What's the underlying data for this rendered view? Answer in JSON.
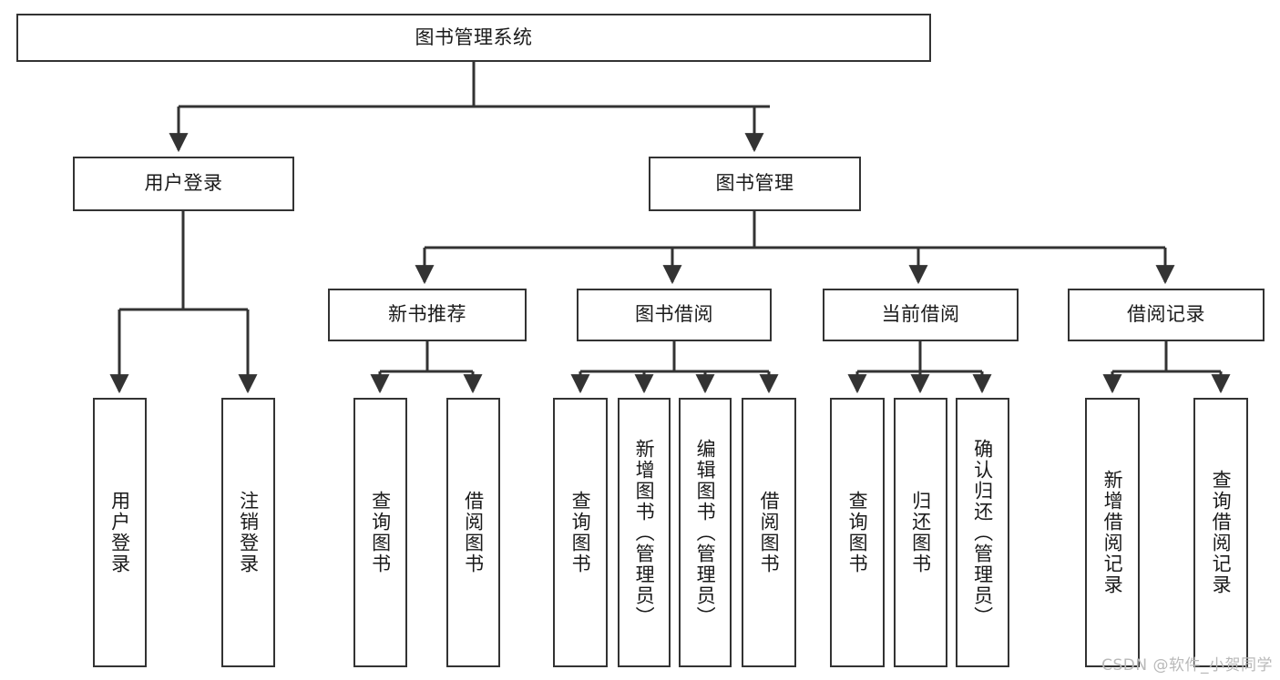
{
  "diagram": {
    "title": "图书管理系统",
    "watermark": "CSDN @软件_小贺同学",
    "stroke_color": "#333333",
    "background_color": "#ffffff",
    "text_color": "#1a1a1a",
    "watermark_color": "#b9b9b9",
    "root": {
      "label": "图书管理系统"
    },
    "level2": [
      {
        "label": "用户登录"
      },
      {
        "label": "图书管理"
      }
    ],
    "level3": [
      {
        "label": "新书推荐"
      },
      {
        "label": "图书借阅"
      },
      {
        "label": "当前借阅"
      },
      {
        "label": "借阅记录"
      }
    ],
    "leaves": {
      "user_login": [
        {
          "label": "用户登录"
        },
        {
          "label": "注销登录"
        }
      ],
      "new_book_recommend": [
        {
          "label": "查询图书"
        },
        {
          "label": "借阅图书"
        }
      ],
      "book_borrow": [
        {
          "label": "查询图书"
        },
        {
          "label": "新增图书（管理员）"
        },
        {
          "label": "编辑图书（管理员）"
        },
        {
          "label": "借阅图书"
        }
      ],
      "current_borrow": [
        {
          "label": "查询图书"
        },
        {
          "label": "归还图书"
        },
        {
          "label": "确认归还（管理员）"
        }
      ],
      "borrow_record": [
        {
          "label": "新增借阅记录"
        },
        {
          "label": "查询借阅记录"
        }
      ]
    }
  }
}
